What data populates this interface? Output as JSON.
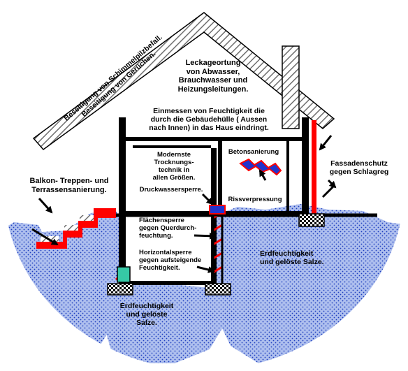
{
  "colors": {
    "water": "#9fb4e8",
    "water_dot": "#1f3fbf",
    "wall": "#000000",
    "seal_red": "#ff0000",
    "pressure_blue": "#2233cc",
    "horizontal_barrier": "#36c9a6",
    "roof_hatch": "#888888"
  },
  "labels": {
    "roof_line1": "Beseitigung von Schimmelpilzbefall.",
    "roof_line2": "Beseitigung von Gerüchen.",
    "leak": [
      "Leckageortung",
      "von Abwasser,",
      "Brauchwasser und",
      "Heizungsleitungen."
    ],
    "moisture": [
      "Einmessen von Feuchtigkeit die",
      "durch die Gebäudehülle ( Aussen",
      "nach Innen) in das Haus eindringt."
    ],
    "drying": [
      "Modernste",
      "Trocknungs-",
      "technik in",
      "allen Größen."
    ],
    "pressure_water": "Druckwassersperre.",
    "concrete": "Betonsanierung",
    "crack": "Rissverpressung",
    "facade": [
      "Fassadenschutz",
      "gegen Schlagreg"
    ],
    "balcony": [
      "Balkon- Treppen- und",
      "Terrassensanierung."
    ],
    "surface": [
      "Flächensperre",
      "gegen Querdurch-",
      "feuchtung."
    ],
    "horizontal": [
      "Horizontalsperre",
      "gegen aufsteigende",
      "Feuchtigkeit."
    ],
    "soil_right": [
      "Erdfeuchtigkeit",
      "und gelöste Salze."
    ],
    "soil_bottom": [
      "Erdfeuchtigkeit",
      "und gelöste",
      "Salze."
    ]
  }
}
